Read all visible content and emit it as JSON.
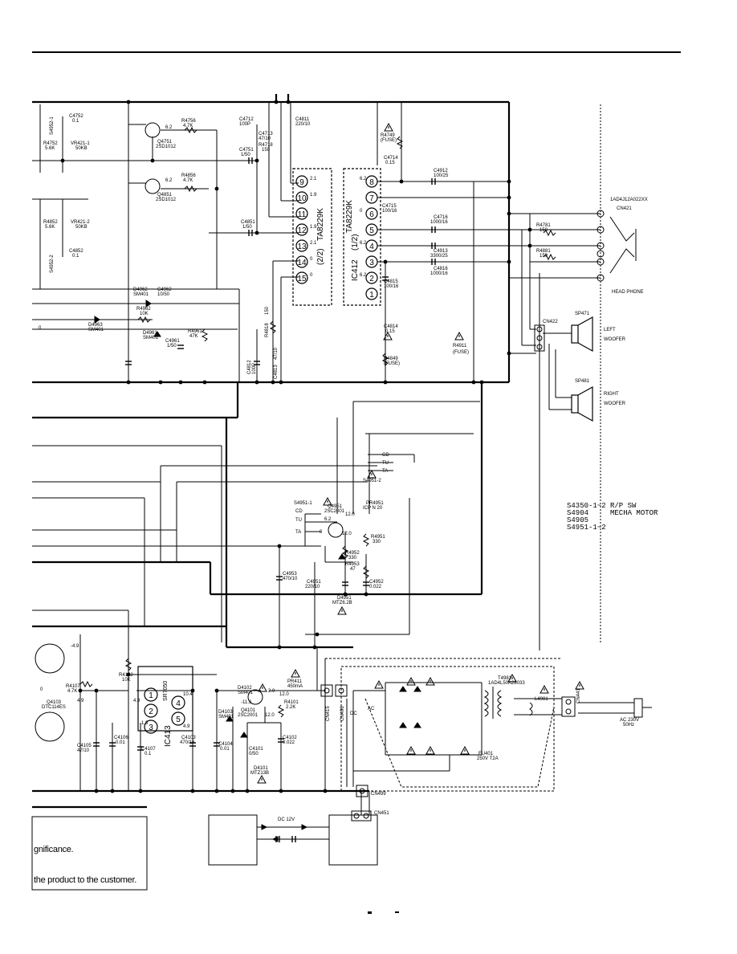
{
  "ic_upper": {
    "right_label": "TA8229K",
    "right_sub": "(2/2)",
    "left_label": "TA8229K",
    "left_ic": "IC412",
    "left_sub": "(1/2)",
    "right_pins": [
      "9",
      "10",
      "11",
      "12",
      "13",
      "14",
      "15"
    ],
    "left_pins": [
      "8",
      "7",
      "6",
      "5",
      "4",
      "3",
      "2",
      "1"
    ]
  },
  "ic_lower": {
    "label": "IC413",
    "part": "SR7050",
    "pins": [
      "1",
      "2",
      "3",
      "4",
      "5"
    ]
  },
  "components": {
    "c4752": "C4752",
    "c4752v": "0.1",
    "s4952_1": "S4952-1",
    "r4752": "R4752",
    "r4752v": "5.6K",
    "vr421_1": "VR421-1",
    "vr421_1v": "50KB",
    "r4756": "R4756",
    "r4756v": "4.7K",
    "q4751": "Q4751",
    "q4751v": "2SD1012",
    "r4856": "R4856",
    "r4856v": "4.7K",
    "q4851": "Q4851",
    "q4851v": "2SD1012",
    "r4852": "R4852",
    "r4852v": "5.6K",
    "vr421_2": "VR421-2",
    "vr421_2v": "50KB",
    "c4852": "C4852",
    "c4852v": "0.1",
    "s4952_2": "S4952-2",
    "c4712": "C4712",
    "c4712v": "100P",
    "c4713": "C4713",
    "c4713v": "47/10",
    "c4811": "C4811",
    "c4811v": "220/10",
    "r4718": "R4718",
    "r4718v": "150",
    "c4751": "C4751",
    "c4751v": "1/50",
    "c4851": "C4851",
    "c4851v": "1/50",
    "r4818": "R4818",
    "r4818v": "150",
    "c4812": "C4812",
    "c4812v": "100P",
    "c4813": "C4813",
    "c4813v": "47/10",
    "d4962": "D4962",
    "d4962v": "SM401",
    "c4962": "C4962",
    "c4962v": "10/50",
    "r4962": "R4962",
    "r4962v": "10K",
    "d4963": "D4963",
    "d4963v": "SM401",
    "d4961": "D4961",
    "d4961v": "SM401",
    "c4961": "C4961",
    "c4961v": "1/50",
    "r4961": "R4961",
    "r4961v": "47K",
    "r4749": "R4749",
    "r4749v": "(FUSE)",
    "c4714": "C4714",
    "c4714v": "0.15",
    "c4912": "C4912",
    "c4912v": "100/25",
    "c4715": "C4715",
    "c4715v": "100/16",
    "c4716": "C4716",
    "c4716v": "1000/16",
    "c4913": "C4913",
    "c4913v": "3300/25",
    "c4816": "C4816",
    "c4816v": "1000/16",
    "c4815": "C4815",
    "c4815v": "100/16",
    "c4814": "C4814",
    "c4814v": "0.15",
    "r4849": "R4849",
    "r4849v": "(FUSE)",
    "r4911": "R4911",
    "r4911v": "(FUSE)",
    "r4781": "R4781",
    "r4781v": "150",
    "r4881": "R4881",
    "r4881v": "150",
    "cn421_part": "1AD4J12A022XX",
    "cn421": "CN421",
    "headphone": "HEAD PHONE",
    "cn422": "CN422",
    "sp471": "SP471",
    "sp471l1": "LEFT",
    "sp471l2": "WOOFER",
    "sp481": "SP481",
    "sp481l1": "RIGHT",
    "sp481l2": "WOOFER",
    "cd": "CD",
    "tu": "TU",
    "ta": "TA",
    "s4951_2": "S4951-2",
    "s4951_1": "S4951-1",
    "q4951": "Q4951",
    "q4951v": "2SC2001",
    "pr4951": "PR4951",
    "pr4951v": "ICP N 20",
    "r4951": "R4951",
    "r4951v": "330",
    "r4952": "R4952",
    "r4952v": "330",
    "r4953": "R4953",
    "r4953v": "47",
    "c4953": "C4953",
    "c4953v": "470/10",
    "c4951": "C4951",
    "c4951v": "220/10",
    "c4952": "C4952",
    "c4952v": "0.022",
    "d4951": "D4951",
    "d4951v": "MTZ6.2B",
    "r4102": "R4102",
    "r4102v": "10K",
    "r4107": "R4107",
    "r4107v": "4.7K",
    "q4103": "Q4103",
    "q4103v": "DTC114ES",
    "c4105": "C4105",
    "c4105v": "47/10",
    "c4106": "C4106",
    "c4106v": "0.01",
    "c4107": "C4107",
    "c4107v": "0.1",
    "c4103": "C4103",
    "c4103v": "470/16",
    "d4103": "D4103",
    "d4103v": "SM401",
    "c4104": "C4104",
    "c4104v": "0.01",
    "d4102": "D4102",
    "d4102v": "SM401",
    "q4101": "Q4101",
    "q4101v": "2SC2001",
    "r4101": "R4101",
    "r4101v": "2.2K",
    "c4101": "C4101",
    "c4101v": "0/50",
    "c4102": "C4102",
    "c4102v": "0.022",
    "d4101": "D4101",
    "d4101v": "MTZ13B",
    "pr411": "PR411",
    "pr411v": "450mA",
    "cn415": "CN415",
    "cn498": "CN498",
    "cn499": "CN499",
    "cn451": "CN451",
    "cn441": "CN441",
    "dc": "DC",
    "ac": "AC",
    "t4981": "T4981",
    "t4981v": "1AD4L50A28033",
    "l4981": "L4981",
    "fu401": "FU401",
    "fu401v": "250V T2A",
    "ac_in": "AC 230V",
    "ac_hz": "50Hz",
    "dc12": "DC 12V"
  },
  "volts": [
    "6.2",
    "6.2",
    "2.1",
    "1.9",
    "1.9",
    "2.1",
    "0",
    "0",
    "6.2",
    "0",
    "6.2",
    "6.2",
    "12.0",
    "6.2",
    "0",
    "12.0",
    "0",
    "-4.9",
    "12.0",
    "12.0",
    "2.0",
    "-11.3",
    "10.4",
    "1.3",
    "4.9",
    "4.9",
    "4.9",
    "0"
  ],
  "legend": [
    "S4350-1~2 R/P SW",
    "S4904     MECHA MOTOR",
    "S4905",
    "S4951-1~2"
  ],
  "notes": [
    "gnificance.",
    "the product to the customer."
  ],
  "caution": "⚠"
}
